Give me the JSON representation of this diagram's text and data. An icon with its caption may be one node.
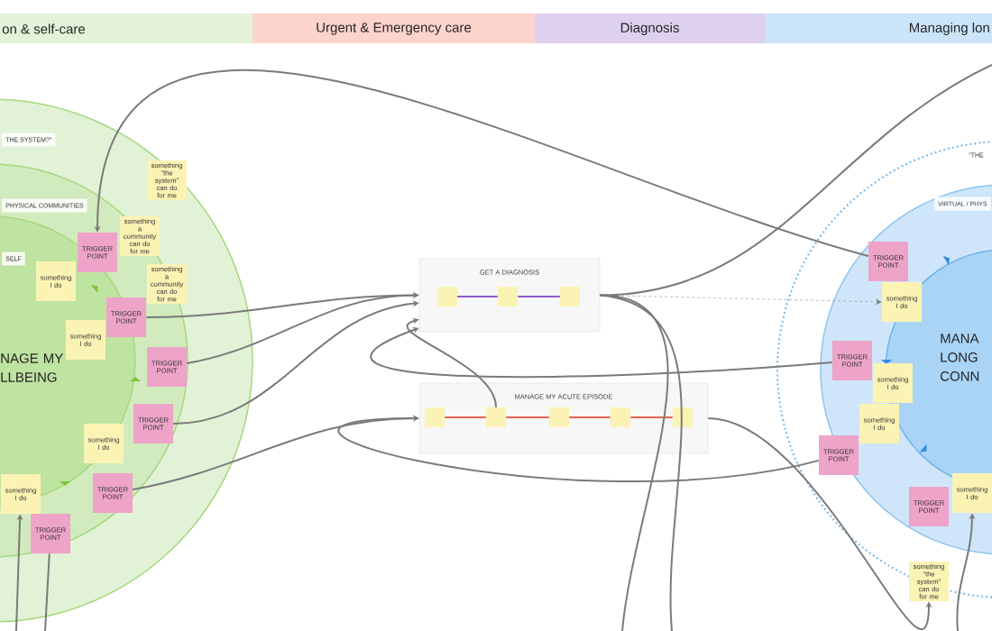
{
  "diagram": {
    "nodes": [
      {
        "text": [
          "on & self-care"
        ]
      },
      {
        "text": [
          "Urgent & Emergency care"
        ]
      },
      {
        "text": [
          "Diagnosis"
        ]
      },
      {
        "text": [
          "Managing lon"
        ]
      },
      {
        "text": [
          "THE SYSTEM?\""
        ]
      },
      {
        "text": [
          "PHYSICAL COMMUNITIES"
        ],
        "in": 4
      },
      {
        "text": [
          "SELF",
          "NAGE MY LLBEING"
        ],
        "in": 5
      },
      {
        "text": [
          "something \"the system\" can do for me"
        ],
        "in": 4
      },
      {
        "text": [
          "TRIGGER POINT"
        ],
        "in": 5
      },
      {
        "text": [
          "something a community can do for me"
        ],
        "in": 5
      },
      {
        "text": [
          "something I do"
        ],
        "in": 6
      },
      {
        "text": [
          "something a community can do for me"
        ],
        "in": 5
      },
      {
        "text": [
          "TRIGGER POINT"
        ],
        "in": 5
      },
      {
        "text": [
          "something I do"
        ],
        "in": 6
      },
      {
        "text": [
          "TRIGGER POINT"
        ],
        "in": 5
      },
      {
        "text": [
          "TRIGGER POINT"
        ],
        "in": 5
      },
      {
        "text": [
          "something I do"
        ],
        "in": 6
      },
      {
        "text": [
          "TRIGGER POINT"
        ],
        "in": 5
      },
      {
        "text": [
          "something I do"
        ],
        "in": 6
      },
      {
        "text": [
          "TRIGGER POINT"
        ],
        "in": 5
      },
      {
        "text": [
          "GET A DIAGNOSIS"
        ]
      },
      {
        "text": [],
        "shape": "box",
        "in": 20
      },
      {
        "text": [],
        "shape": "box",
        "in": 20
      },
      {
        "text": [],
        "shape": "box",
        "in": 20
      },
      {
        "text": [
          "MANAGE MY ACUTE EPISODE"
        ]
      },
      {
        "text": [],
        "shape": "box",
        "in": 24
      },
      {
        "text": [],
        "shape": "box",
        "in": 24
      },
      {
        "text": [],
        "shape": "box",
        "in": 24
      },
      {
        "text": [],
        "shape": "box",
        "in": 24
      },
      {
        "text": [],
        "shape": "box",
        "in": 24
      },
      {
        "text": [
          "\"THE"
        ]
      },
      {
        "text": [
          "VIRTUAL / PHYS"
        ],
        "in": 30
      },
      {
        "text": [
          "MANA LONG CONN"
        ],
        "in": 31
      },
      {
        "text": [
          "TRIGGER POINT"
        ],
        "in": 31
      },
      {
        "text": [
          "something I do"
        ],
        "in": 31
      },
      {
        "text": [
          "TRIGGER POINT"
        ],
        "in": 31
      },
      {
        "text": [
          "something I do"
        ],
        "in": 31
      },
      {
        "text": [
          "something I do"
        ],
        "in": 31
      },
      {
        "text": [
          "TRIGGER POINT"
        ],
        "in": 31
      },
      {
        "text": [
          "TRIGGER POINT"
        ],
        "in": 31
      },
      {
        "text": [
          "something I do"
        ],
        "in": 31
      },
      {
        "text": [
          "something \"the system\" can do for me"
        ],
        "in": 30
      }
    ],
    "edges": [
      {
        "from": 21,
        "to": 22,
        "arrow": "none",
        "color": "#8e5cc7"
      },
      {
        "from": 22,
        "to": 23,
        "arrow": "none",
        "color": "#8e5cc7"
      },
      {
        "from": 25,
        "to": 26,
        "arrow": "none",
        "color": "#e3654f"
      },
      {
        "from": 26,
        "to": 27,
        "arrow": "none",
        "color": "#e3654f"
      },
      {
        "from": 27,
        "to": 28,
        "arrow": "none",
        "color": "#e3654f"
      },
      {
        "from": 28,
        "to": 29,
        "arrow": "none",
        "color": "#e3654f"
      },
      {
        "from": 33,
        "to": 8,
        "arrow": "to"
      },
      {
        "from": 20,
        "to": null,
        "arrow": "none"
      },
      {
        "from": 20,
        "to": 34,
        "arrow": "to",
        "style": "dashed"
      },
      {
        "from": 12,
        "to": 20,
        "arrow": "to"
      },
      {
        "from": 14,
        "to": 20,
        "arrow": "to"
      },
      {
        "from": 15,
        "to": 20,
        "arrow": "to"
      },
      {
        "from": 17,
        "to": 24,
        "arrow": "to"
      },
      {
        "from": 35,
        "to": 20,
        "arrow": "to"
      },
      {
        "from": 38,
        "to": 24,
        "arrow": "to"
      },
      {
        "from": 26,
        "to": 20,
        "arrow": "to"
      },
      {
        "from": 20,
        "to": null,
        "arrow": "none"
      },
      {
        "from": 20,
        "to": null,
        "arrow": "none"
      },
      {
        "from": 24,
        "to": 41,
        "arrow": "to"
      },
      {
        "from": null,
        "to": 40,
        "arrow": "to"
      },
      {
        "from": null,
        "to": 18,
        "arrow": "to"
      },
      {
        "from": 19,
        "to": null,
        "arrow": "none"
      }
    ]
  }
}
